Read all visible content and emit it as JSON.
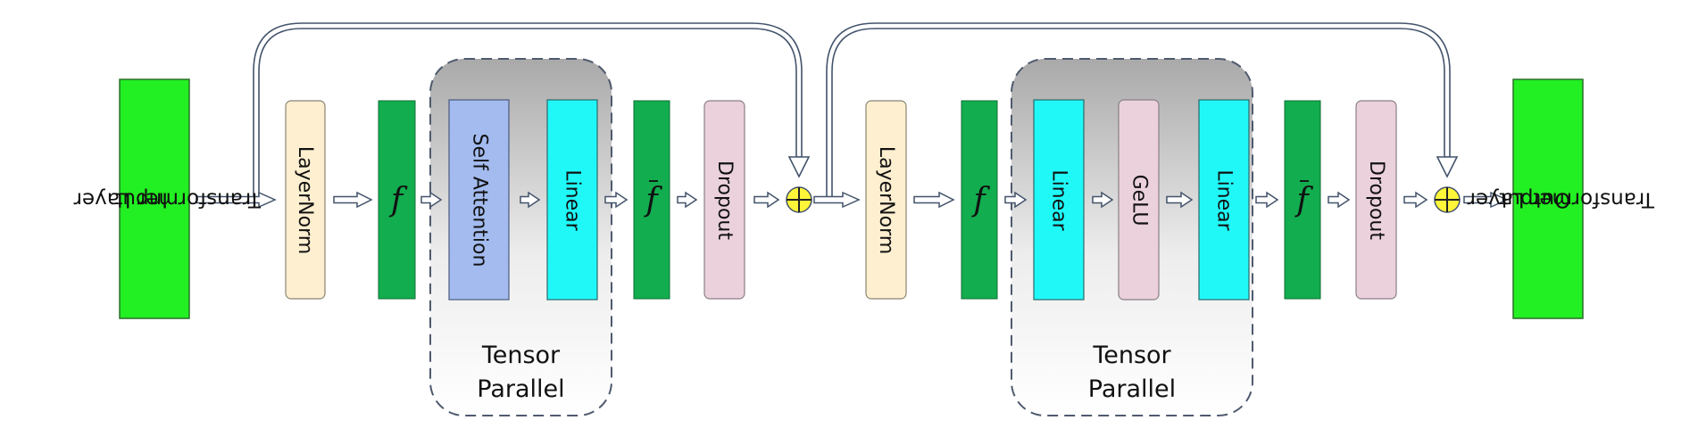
{
  "input_block": {
    "line1": "Transformer Layer",
    "line2": "Input"
  },
  "output_block": {
    "line1": "Transformer Layer",
    "line2": "Output"
  },
  "attention_stage": {
    "layernorm": "LayerNorm",
    "f_op": "f",
    "f_bar_op": "f",
    "self_attention": "Self Attention",
    "linear": "Linear",
    "dropout": "Dropout",
    "group": {
      "line1": "Tensor",
      "line2": "Parallel"
    }
  },
  "mlp_stage": {
    "layernorm": "LayerNorm",
    "f_op": "f",
    "f_bar_op": "f",
    "linear_1": "Linear",
    "gelu": "GeLU",
    "linear_2": "Linear",
    "dropout": "Dropout",
    "group": {
      "line1": "Tensor",
      "line2": "Parallel"
    }
  },
  "colors": {
    "io_green": "#22f022",
    "f_green": "#12ad4f",
    "layernorm": "#fdefcf",
    "dropout": "#ebd1dc",
    "gelu": "#ebd1dc",
    "self_attention": "#a3bbef",
    "linear": "#20f8f8",
    "add_circle": "#fff63a"
  },
  "icons": {
    "add": "circled-plus-icon",
    "arrow": "hollow-right-arrow-icon",
    "residual": "hollow-skip-arrow-icon"
  }
}
